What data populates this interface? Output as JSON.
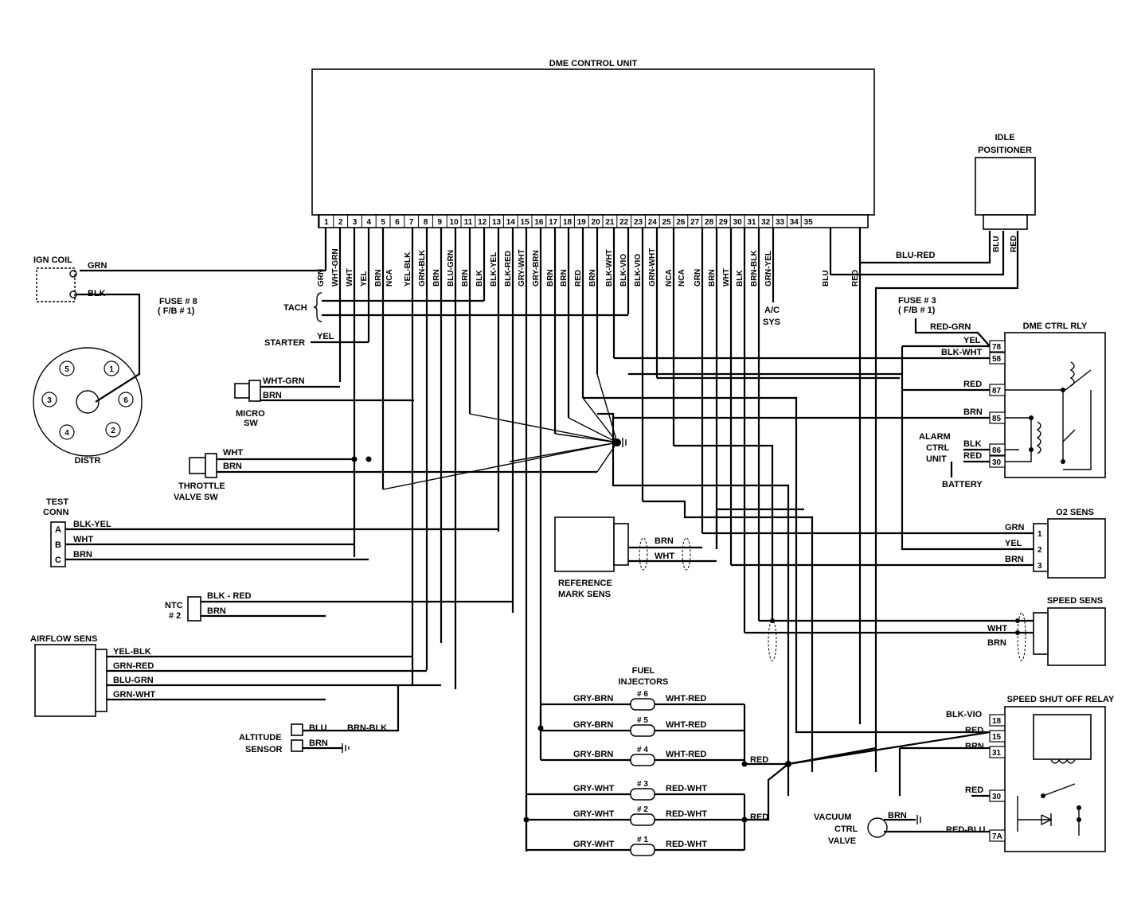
{
  "dme_unit": {
    "title": "DME CONTROL UNIT",
    "pins": [
      "1",
      "2",
      "3",
      "4",
      "5",
      "6",
      "7",
      "8",
      "9",
      "10",
      "11",
      "12",
      "13",
      "14",
      "15",
      "16",
      "17",
      "18",
      "19",
      "20",
      "21",
      "22",
      "23",
      "24",
      "25",
      "26",
      "27",
      "28",
      "29",
      "30",
      "31",
      "32",
      "33",
      "34",
      "35"
    ],
    "pin_wires": [
      {
        "pin": "1",
        "wire": "GRN"
      },
      {
        "pin": "2",
        "wire": "WHT-GRN"
      },
      {
        "pin": "3",
        "wire": "WHT"
      },
      {
        "pin": "4",
        "wire": "YEL"
      },
      {
        "pin": "5",
        "wire": "BRN"
      },
      {
        "pin": "5b",
        "wire": "NCA"
      },
      {
        "pin": "6",
        "wire": "YEL-BLK"
      },
      {
        "pin": "7",
        "wire": "GRN-BLK"
      },
      {
        "pin": "8",
        "wire": "BRN"
      },
      {
        "pin": "9",
        "wire": "BLU-GRN"
      },
      {
        "pin": "10",
        "wire": "BRN"
      },
      {
        "pin": "11",
        "wire": "BLK"
      },
      {
        "pin": "12",
        "wire": "BLK-YEL"
      },
      {
        "pin": "13",
        "wire": "BLK-RED"
      },
      {
        "pin": "14",
        "wire": "GRY-WHT"
      },
      {
        "pin": "15",
        "wire": "GRY-BRN"
      },
      {
        "pin": "16",
        "wire": "BRN"
      },
      {
        "pin": "17",
        "wire": "BRN"
      },
      {
        "pin": "18",
        "wire": "RED"
      },
      {
        "pin": "19",
        "wire": "BRN"
      },
      {
        "pin": "20",
        "wire": "BLK-WHT"
      },
      {
        "pin": "21a",
        "wire": "BLK-VIO"
      },
      {
        "pin": "21b",
        "wire": "BLK-VIO"
      },
      {
        "pin": "22",
        "wire": "GRN-WHT"
      },
      {
        "pin": "23",
        "wire": "NCA"
      },
      {
        "pin": "23b",
        "wire": "NCA"
      },
      {
        "pin": "24",
        "wire": "GRN"
      },
      {
        "pin": "25",
        "wire": "BRN"
      },
      {
        "pin": "26",
        "wire": "WHT"
      },
      {
        "pin": "27",
        "wire": "BLK"
      },
      {
        "pin": "28",
        "wire": "BRN-BLK"
      },
      {
        "pin": "29",
        "wire": "GRN-YEL"
      },
      {
        "pin": "33",
        "wire": "BLU"
      },
      {
        "pin": "34",
        "wire": "RED"
      }
    ]
  },
  "idle_positioner": {
    "title_1": "IDLE",
    "title_2": "POSITIONER",
    "wire_1": "BLU",
    "wire_2": "RED",
    "link": "BLU-RED"
  },
  "ign_coil": {
    "title": "IGN COIL",
    "wire_grn": "GRN",
    "wire_blk": "BLK"
  },
  "fuse8": {
    "line1": "FUSE # 8",
    "line2": "( F/B # 1)"
  },
  "distributor": {
    "title": "DISTR",
    "cyl": [
      "1",
      "2",
      "3",
      "4",
      "5",
      "6"
    ]
  },
  "tach": {
    "label": "TACH"
  },
  "starter": {
    "label": "STARTER",
    "wire": "YEL"
  },
  "micro_sw": {
    "line1": "MICRO",
    "line2": "SW",
    "wire1": "WHT-GRN",
    "wire2": "BRN"
  },
  "throttle_sw": {
    "line1": "THROTTLE",
    "line2": "VALVE SW",
    "wire1": "WHT",
    "wire2": "BRN"
  },
  "test_conn": {
    "line1": "TEST",
    "line2": "CONN",
    "pins": [
      "A",
      "B",
      "C"
    ],
    "wires": [
      "BLK-YEL",
      "WHT",
      "BRN"
    ]
  },
  "ntc": {
    "line1": "NTC",
    "line2": "# 2",
    "wire1": "BLK - RED",
    "wire2": "BRN"
  },
  "airflow": {
    "title": "AIRFLOW SENS",
    "wires": [
      "YEL-BLK",
      "GRN-RED",
      "BLU-GRN",
      "GRN-WHT"
    ]
  },
  "altitude": {
    "line1": "ALTITUDE",
    "line2": "SENSOR",
    "wire1": "BLU",
    "wire2": "BRN",
    "wire3": "BRN-BLK"
  },
  "ac": {
    "line1": "A/C",
    "line2": "SYS"
  },
  "fuse3": {
    "line1": "FUSE # 3",
    "line2": "( F/B # 1)",
    "wire": "RED-GRN"
  },
  "dme_relay": {
    "title": "DME CTRL RLY",
    "terminals": [
      "78",
      "58",
      "87",
      "85",
      "86",
      "30"
    ],
    "wires": [
      "YEL",
      "BLK-WHT",
      "RED",
      "BRN",
      "BLK",
      "RED"
    ]
  },
  "alarm": {
    "line1": "ALARM",
    "line2": "CTRL",
    "line3": "UNIT"
  },
  "battery": {
    "label": "BATTERY"
  },
  "o2_sens": {
    "title": "O2 SENS",
    "pins": [
      "1",
      "2",
      "3"
    ],
    "wires": [
      "GRN",
      "YEL",
      "BRN"
    ]
  },
  "ref_mark": {
    "line1": "REFERENCE",
    "line2": "MARK SENS",
    "wire1": "BRN",
    "wire2": "WHT"
  },
  "speed_sens": {
    "title": "SPEED SENS",
    "wire1": "WHT",
    "wire2": "BRN"
  },
  "injectors": {
    "title_1": "FUEL",
    "title_2": "INJECTORS",
    "items": [
      {
        "num": "# 6",
        "left": "GRY-BRN",
        "right": "WHT-RED"
      },
      {
        "num": "# 5",
        "left": "GRY-BRN",
        "right": "WHT-RED"
      },
      {
        "num": "# 4",
        "left": "GRY-BRN",
        "right": "WHT-RED"
      },
      {
        "num": "# 3",
        "left": "GRY-WHT",
        "right": "RED-WHT"
      },
      {
        "num": "# 2",
        "left": "GRY-WHT",
        "right": "RED-WHT"
      },
      {
        "num": "# 1",
        "left": "GRY-WHT",
        "right": "RED-WHT"
      }
    ],
    "red1": "RED",
    "red2": "RED"
  },
  "speed_relay": {
    "title": "SPEED SHUT OFF RELAY",
    "terminals": [
      "18",
      "15",
      "31",
      "30",
      "7A"
    ],
    "wires": [
      "BLK-VIO",
      "RED",
      "BRN",
      "RED",
      "RED-BLU"
    ]
  },
  "vacuum": {
    "line1": "VACUUM",
    "line2": "CTRL",
    "line3": "VALVE",
    "wire": "BRN"
  }
}
